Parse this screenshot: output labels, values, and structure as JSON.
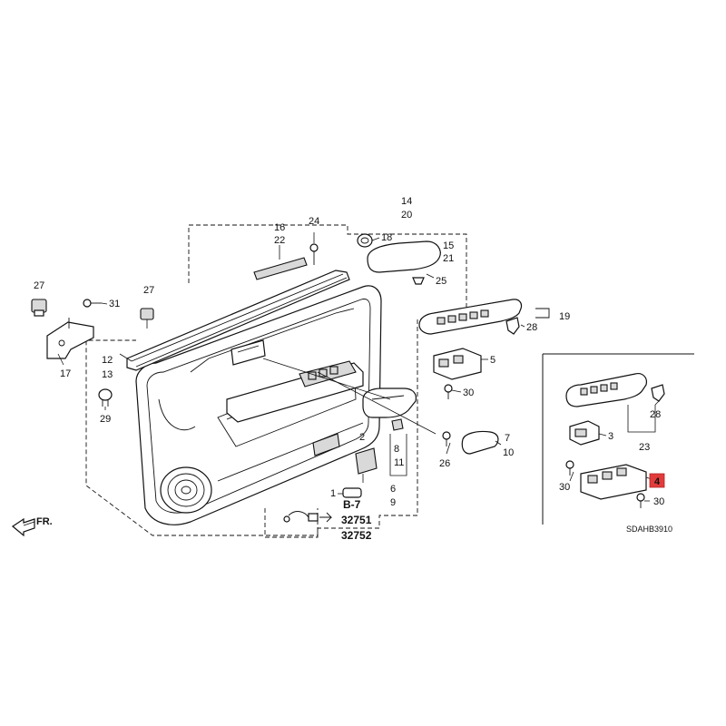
{
  "diagram": {
    "callouts": {
      "c27a": "27",
      "c31": "31",
      "c17": "17",
      "c27b": "27",
      "c12": "12",
      "c13": "13",
      "c29": "29",
      "c16": "16",
      "c22": "22",
      "c24": "24",
      "c14": "14",
      "c20": "20",
      "c18": "18",
      "c15": "15",
      "c21": "21",
      "c25": "25",
      "c19": "19",
      "c28a": "28",
      "c5": "5",
      "c30a": "30",
      "c2": "2",
      "c8": "8",
      "c11": "11",
      "c7": "7",
      "c10": "10",
      "c26": "26",
      "c6": "6",
      "c9": "9",
      "c1": "1",
      "c28b": "28",
      "c3": "3",
      "c23": "23",
      "c30b": "30",
      "c4": "4",
      "c30c": "30"
    },
    "refs": {
      "r1": "B-7",
      "r2": "32751",
      "r3": "32752"
    },
    "front_label": "FR.",
    "diagram_code": "SDAHB3910",
    "highlight_color": "#e23b3b"
  }
}
